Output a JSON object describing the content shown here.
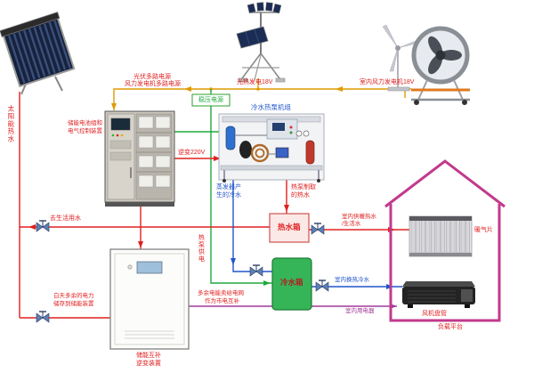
{
  "diagram": {
    "power_labels": {
      "pv_bus_line1": "光伏多路电源",
      "pv_bus_line2": "风力发电机多路电源",
      "pv_gen": "光热发电18V",
      "wind_gen": "室内风力发电机18V",
      "regulator": "稳压电源",
      "inverter_220v": "逆变220V",
      "battery_cabinet_line1": "储能电池组和",
      "battery_cabinet_line2": "电气控制装置",
      "daytime_surplus_line1": "白天多余的电力",
      "daytime_surplus_line2": "储存到储能装置",
      "storage_inverter_line1": "储能互补",
      "storage_inverter_line2": "逆变装置",
      "sell_grid_line1": "多余电能卖给电网",
      "sell_grid_line2": "作为市电互补",
      "heat_pump_power": "热泵供电",
      "indoor_appliances": "室内用电器",
      "load_platform": "负载平台"
    },
    "water_labels": {
      "solar_hot_water": "太阳能热水",
      "heat_pump_unit": "冷水热泵机组",
      "evaporator_line1": "蒸发器产",
      "evaporator_line2": "生的冷水",
      "hp_hot_line1": "热泵制取",
      "hp_hot_line2": "的热水",
      "hot_tank": "热水箱",
      "cold_tank": "冷水箱",
      "to_domestic": "去生活用水",
      "indoor_heating_line1": "室内供暖热水",
      "indoor_heating_line2": "/生活水",
      "indoor_chilled": "室内换热冷水",
      "radiator": "暖气片",
      "fan_coil": "风机盘管"
    },
    "colors": {
      "power_bus": "#e09a00",
      "hot_water_line": "#e02020",
      "chilled_water_line": "#2255cc",
      "regulated_power_line": "#1faa3c",
      "load_line": "#a03a9a",
      "house_outline": "#c23a8c",
      "cold_tank_fill": "#35b558",
      "hot_tank_fill": "#fbe9e7"
    }
  }
}
